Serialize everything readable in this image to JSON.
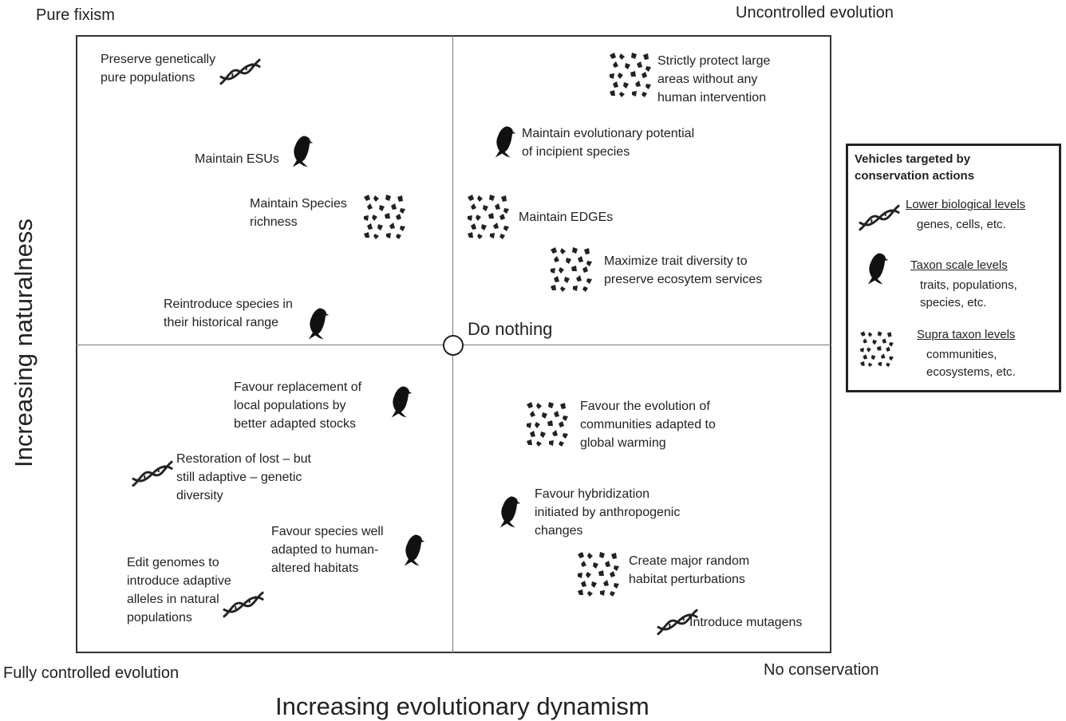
{
  "corners": {
    "top_left": "Pure fixism",
    "top_right": "Uncontrolled evolution",
    "bottom_left": "Fully controlled evolution",
    "bottom_right": "No conservation"
  },
  "axes": {
    "x": "Increasing evolutionary dynamism",
    "y": "Increasing naturalness"
  },
  "center_label": "Do nothing",
  "items": {
    "q1_a": "Preserve genetically\npure populations",
    "q1_b": "Maintain ESUs",
    "q1_c": "Maintain Species\nrichness",
    "q1_d": "Reintroduce species in\ntheir historical range",
    "q2_a": "Strictly protect large\nareas without any\nhuman intervention",
    "q2_b": "Maintain evolutionary potential\nof incipient species",
    "q2_c": "Maintain EDGEs",
    "q2_d": "Maximize trait diversity to\npreserve ecosytem services",
    "q3_a": "Favour replacement of\nlocal populations by\nbetter adapted stocks",
    "q3_b": "Restoration of lost – but\nstill adaptive – genetic\ndiversity",
    "q3_c": "Favour species well\nadapted to human-\naltered habitats",
    "q3_d": "Edit genomes to\nintroduce adaptive\nalleles in natural\npopulations",
    "q4_a": "Favour the evolution of\ncommunities adapted to\nglobal warming",
    "q4_b": "Favour hybridization\ninitiated by anthropogenic\nchanges",
    "q4_c": "Create major random\nhabitat perturbations",
    "q4_d": "Introduce mutagens"
  },
  "legend": {
    "title": "Vehicles targeted by\nconservation actions",
    "dna_head": "Lower biological levels",
    "dna_sub": "genes, cells, etc.",
    "bird_head": "Taxon scale levels",
    "bird_sub": "traits, populations,\nspecies, etc.",
    "community_head": "Supra taxon levels",
    "community_sub": "communities,\necosystems, etc."
  }
}
